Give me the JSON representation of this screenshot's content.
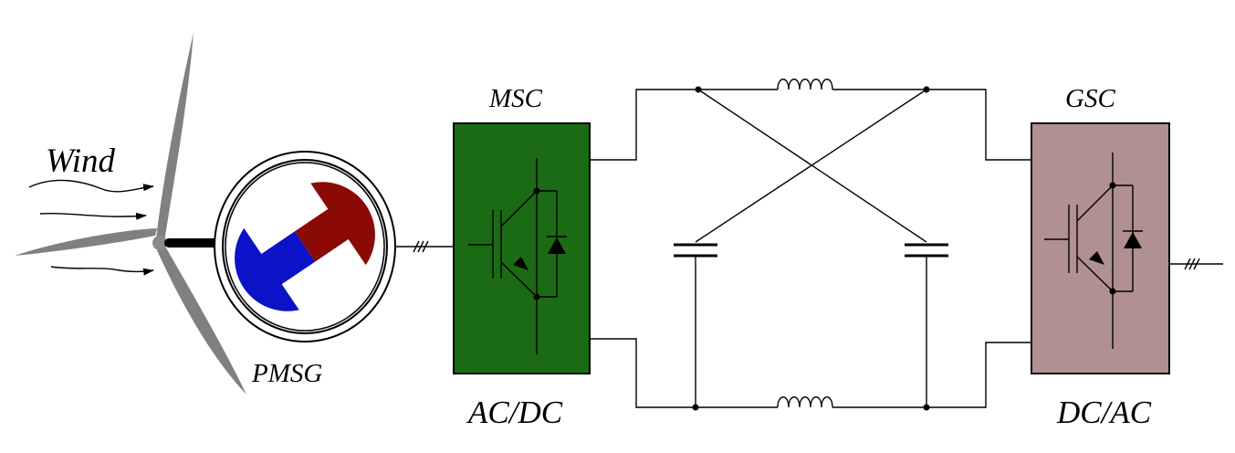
{
  "labels": {
    "wind": "Wind",
    "generator": "PMSG",
    "msc": "MSC",
    "msc_type": "AC/DC",
    "gsc": "GSC",
    "gsc_type": "DC/AC"
  },
  "colors": {
    "msc_fill": "#1b6b14",
    "gsc_fill": "#b09090",
    "rotor_red": "#8b0a05",
    "rotor_blue": "#0b12c8",
    "blade": "#808080",
    "ring_outer": "#ffffff",
    "ring_inner": "#e4e4e4"
  },
  "icons": {
    "turbine": "wind-turbine-icon",
    "generator": "pmsg-rotor-icon",
    "switch": "igbt-diode-icon",
    "inductor": "inductor-icon",
    "capacitor": "capacitor-icon"
  }
}
